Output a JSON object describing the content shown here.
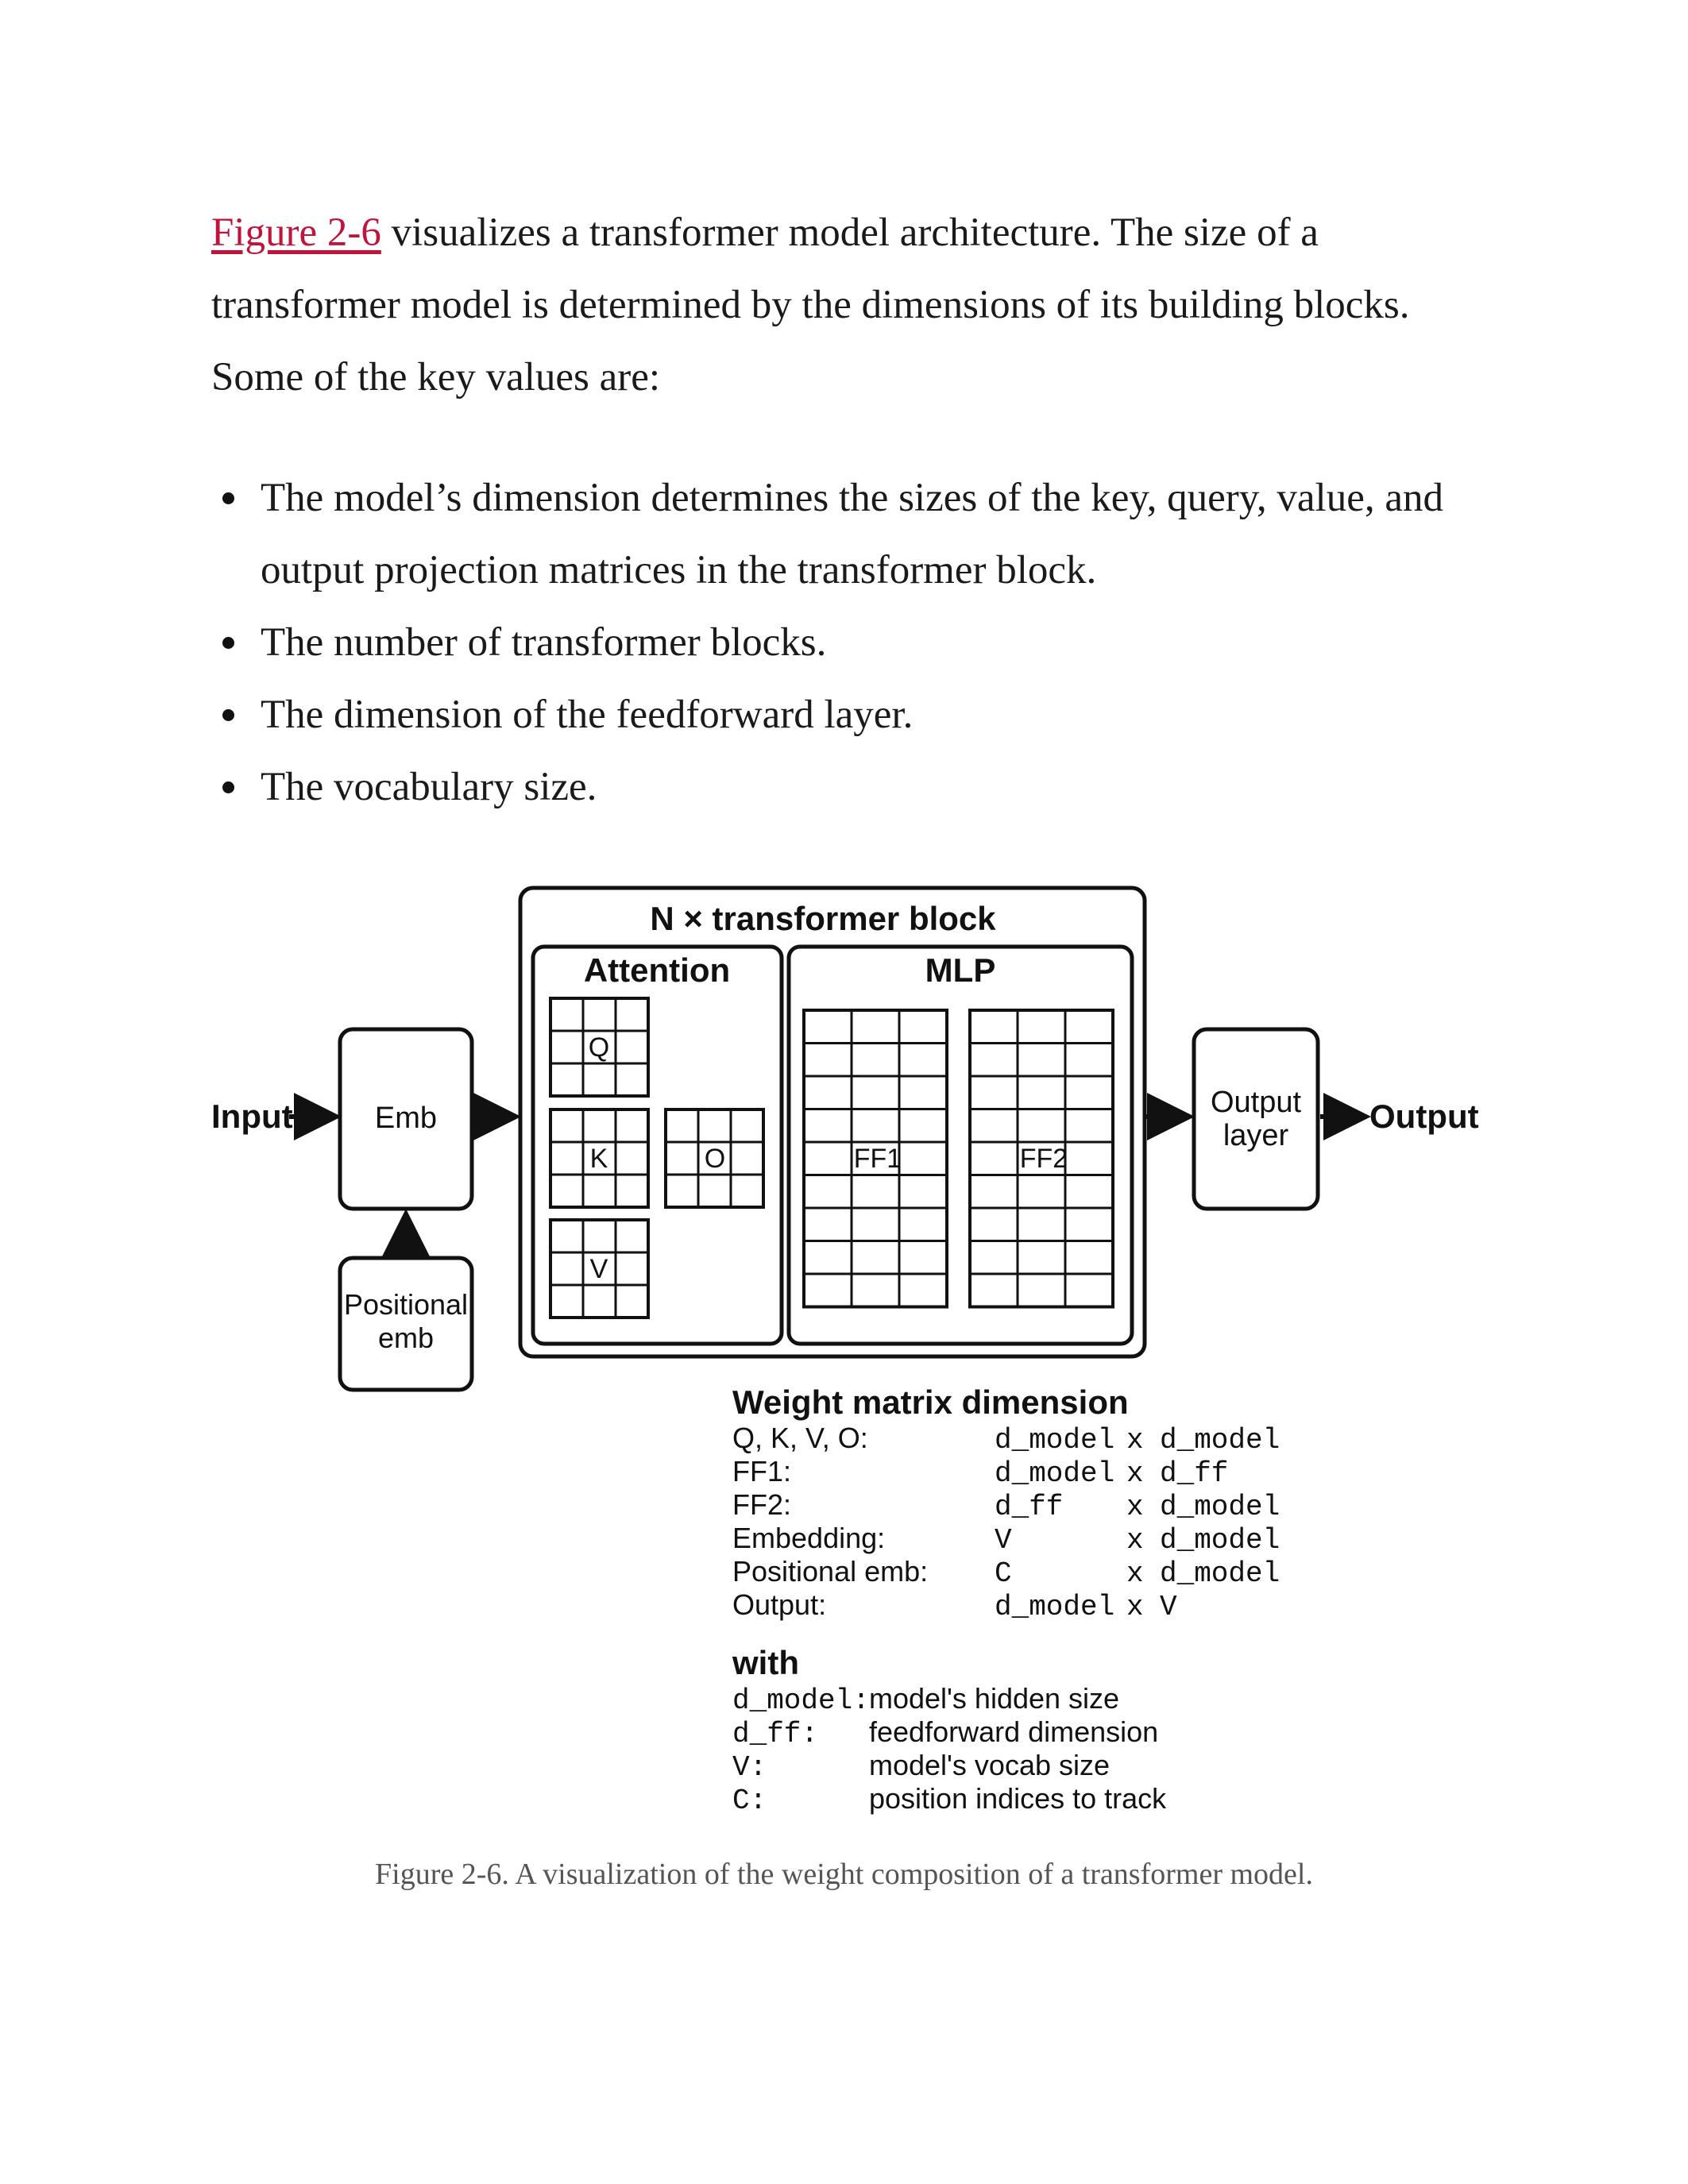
{
  "intro": {
    "xref": "Figure 2-6",
    "text": " visualizes a transformer model architecture. The size of a transformer model is determined by the dimensions of its building blocks. Some of the key values are:"
  },
  "bullets": [
    "The model’s dimension determines the sizes of the key, query, value, and output projection matrices in the transformer block.",
    "The number of transformer blocks.",
    "The dimension of the feedforward layer.",
    "The vocabulary size."
  ],
  "diagram": {
    "block_title": "N × transformer block",
    "attention_label": "Attention",
    "mlp_label": "MLP",
    "input_label": "Input",
    "output_label": "Output",
    "emb_label": "Emb",
    "positional_emb": [
      "Positional",
      "emb"
    ],
    "output_layer": [
      "Output",
      "layer"
    ],
    "matrices": {
      "q": "Q",
      "k": "K",
      "v": "V",
      "o": "O",
      "ff1": "FF1",
      "ff2": "FF2"
    },
    "weight_table": {
      "title": "Weight matrix dimension",
      "rows": [
        {
          "label": "Q, K, V, O:",
          "a": "d_model",
          "x": "x",
          "b": "d_model"
        },
        {
          "label": "FF1:",
          "a": "d_model",
          "x": "x",
          "b": "d_ff"
        },
        {
          "label": "FF2:",
          "a": "d_ff",
          "x": "x",
          "b": "d_model"
        },
        {
          "label": "Embedding:",
          "a": "V",
          "x": "x",
          "b": "d_model"
        },
        {
          "label": "Positional emb:",
          "a": "C",
          "x": "x",
          "b": "d_model"
        },
        {
          "label": "Output:",
          "a": "d_model",
          "x": "x",
          "b": "V"
        }
      ]
    },
    "legend": {
      "title": "with",
      "rows": [
        {
          "sym": "d_model:",
          "desc": "model's hidden size"
        },
        {
          "sym": "d_ff:",
          "desc": "feedforward dimension"
        },
        {
          "sym": "V:",
          "desc": "model's vocab size"
        },
        {
          "sym": "C:",
          "desc": "position indices to track"
        }
      ]
    }
  },
  "caption": "Figure 2-6. A visualization of the weight composition of a transformer model."
}
